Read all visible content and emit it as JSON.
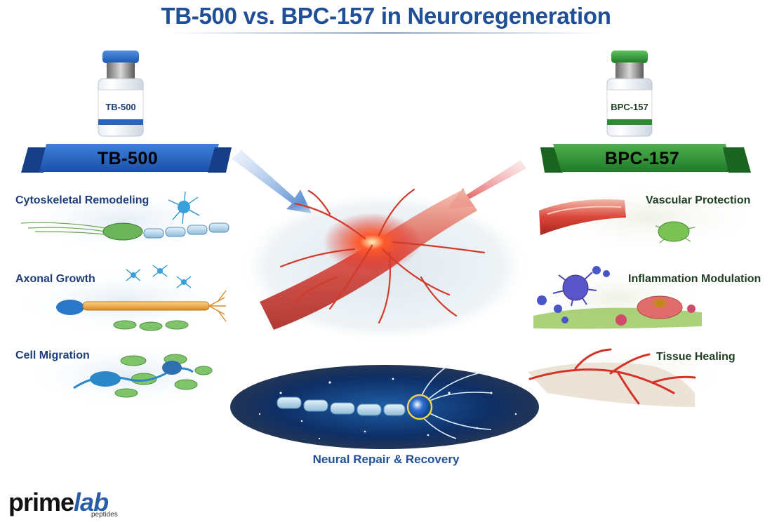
{
  "title": "TB-500 vs. BPC-157 in Neuroregeneration",
  "left": {
    "vial_label": "TB-500",
    "banner": "TB-500",
    "items": [
      "Cytoskeletal Remodeling",
      "Axonal Growth",
      "Cell Migration"
    ],
    "color": "#1f5fc0"
  },
  "right": {
    "vial_label": "BPC-157",
    "banner": "BPC-157",
    "items": [
      "Vascular Protection",
      "Inflammation Modulation",
      "Tissue Healing"
    ],
    "color": "#2e8a2e"
  },
  "bottom_label": "Neural Repair & Recovery",
  "brand": {
    "main_a": "prime",
    "main_b": "lab",
    "sub": "peptides"
  }
}
